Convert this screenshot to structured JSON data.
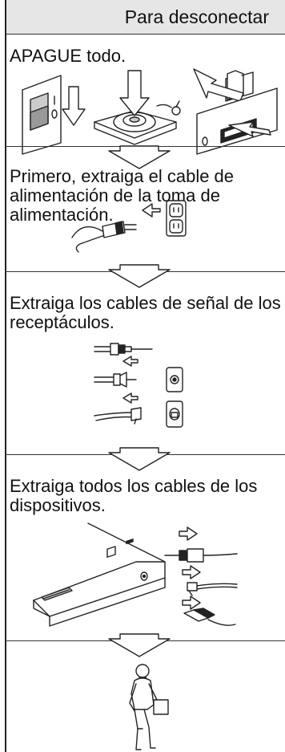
{
  "header": {
    "title": "Para desconectar"
  },
  "steps": [
    {
      "text": "APAGUE todo."
    },
    {
      "text": "Primero, extraiga el cable de alimentación de la toma de alimentación."
    },
    {
      "text": "Extraiga los cables de señal de los receptáculos."
    },
    {
      "text": "Extraiga todos los cables de los dispositivos."
    }
  ]
}
